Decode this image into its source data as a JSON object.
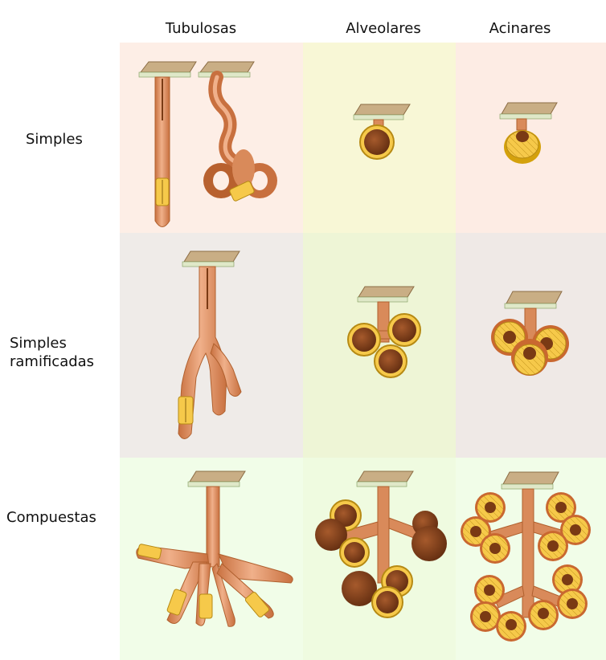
{
  "columns": [
    {
      "label": "Tubulosas"
    },
    {
      "label": "Alveolares"
    },
    {
      "label": "Acinares"
    }
  ],
  "rows": [
    {
      "label_lines": [
        "Simples"
      ]
    },
    {
      "label_lines": [
        "Simples",
        "ramificadas"
      ]
    },
    {
      "label_lines": [
        "Compuestas"
      ]
    }
  ],
  "colors": {
    "tube": "#d98a5a",
    "tube_light": "#f3c3a0",
    "lumen": "#7a3a14",
    "secretory": "#f6c94a",
    "epithelium_top": "#b08a62",
    "bg_row1_col1": "#fdeee6",
    "bg_row1_col2": "#f8f7d6",
    "bg_row1_col3": "#fdece4",
    "bg_row2_col1": "#efebe8",
    "bg_row2_col2": "#eef5d6",
    "bg_row2_col3": "#efe9e6",
    "bg_row3_col1": "#f1fde8",
    "bg_row3_col2": "#effbe0",
    "bg_row3_col3": "#f1fde8"
  }
}
